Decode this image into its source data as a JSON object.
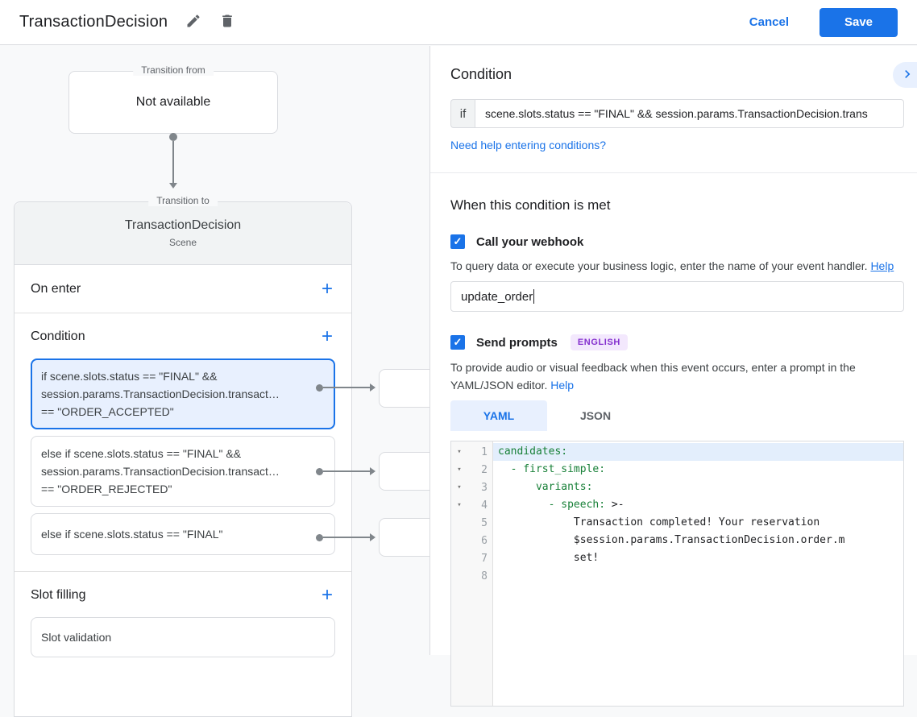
{
  "colors": {
    "accent_blue": "#1a73e8",
    "selected_card_bg": "#e8f0fe",
    "yaml_key_green": "#188038",
    "badge_bg": "#f3e8fd",
    "badge_text": "#8430ce"
  },
  "icons": {
    "check": "✓",
    "plus": "+",
    "fold": "▾"
  },
  "header": {
    "title": "TransactionDecision",
    "cancel_label": "Cancel",
    "save_label": "Save"
  },
  "diagram": {
    "transition_from": {
      "legend": "Transition from",
      "text": "Not available"
    },
    "transition_to": {
      "legend": "Transition to",
      "title": "TransactionDecision",
      "subtitle": "Scene"
    },
    "on_enter_label": "On enter",
    "condition_label": "Condition",
    "cards": [
      {
        "lines": [
          "if scene.slots.status == \"FINAL\" &&",
          "session.params.TransactionDecision.transact…",
          "== \"ORDER_ACCEPTED\""
        ],
        "selected": true
      },
      {
        "lines": [
          "else if scene.slots.status == \"FINAL\" &&",
          "session.params.TransactionDecision.transact…",
          "== \"ORDER_REJECTED\""
        ],
        "selected": false
      },
      {
        "lines": [
          "else if scene.slots.status == \"FINAL\""
        ],
        "selected": false
      }
    ],
    "slot_filling_label": "Slot filling",
    "slot_card": "Slot validation"
  },
  "panel": {
    "title": "Condition",
    "if_label": "if",
    "condition_value": "scene.slots.status == \"FINAL\" && session.params.TransactionDecision.trans",
    "conditions_help": "Need help entering conditions?",
    "when_title": "When this condition is met",
    "webhook": {
      "label": "Call your webhook",
      "checked": true,
      "helper": "To query data or execute your business logic, enter the name of your event handler.",
      "help_label": "Help",
      "value": "update_order"
    },
    "prompts": {
      "label": "Send prompts",
      "checked": true,
      "badge": "ENGLISH",
      "helper": "To provide audio or visual feedback when this event occurs, enter a prompt in the YAML/JSON editor.",
      "help_label": "Help"
    },
    "tabs": {
      "yaml": "YAML",
      "json": "JSON",
      "active": "YAML"
    },
    "editor": {
      "lines": [
        {
          "num": 1,
          "indent": "",
          "key": "candidates:",
          "rest": "",
          "selected": true
        },
        {
          "num": 2,
          "indent": "  ",
          "key": "- first_simple:",
          "rest": ""
        },
        {
          "num": 3,
          "indent": "      ",
          "key": "variants:",
          "rest": ""
        },
        {
          "num": 4,
          "indent": "        ",
          "key": "- speech:",
          "rest": " >-"
        },
        {
          "num": 5,
          "indent": "",
          "key": "",
          "rest": "            Transaction completed! Your reservation"
        },
        {
          "num": 6,
          "indent": "",
          "key": "",
          "rest": "            $session.params.TransactionDecision.order.m"
        },
        {
          "num": 7,
          "indent": "",
          "key": "",
          "rest": "            set!"
        },
        {
          "num": 8,
          "indent": "",
          "key": "",
          "rest": ""
        }
      ]
    }
  }
}
